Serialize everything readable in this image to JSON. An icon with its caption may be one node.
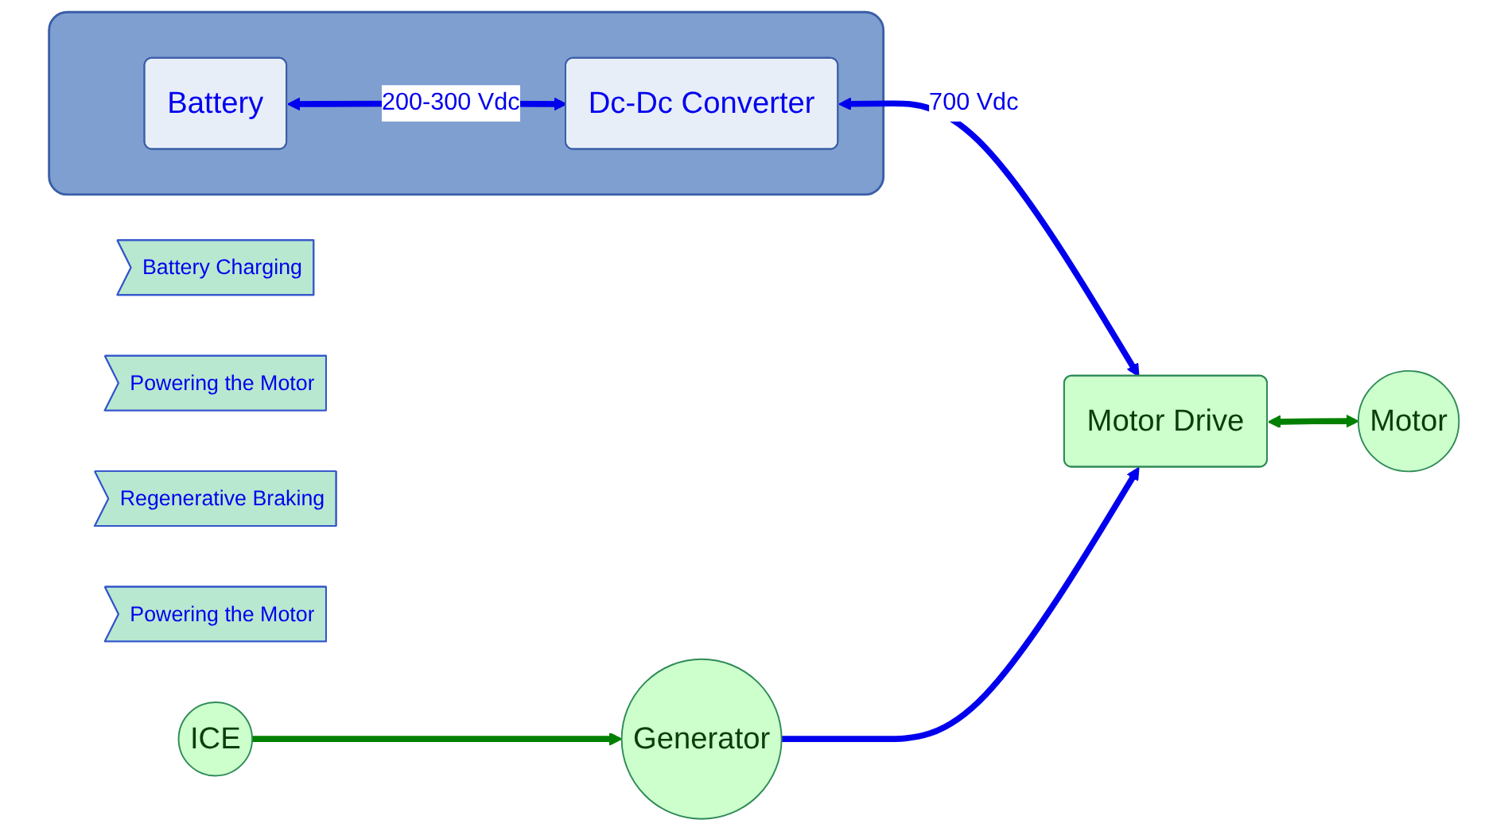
{
  "diagram": {
    "nodes": [
      {
        "text": [
          "ICE"
        ]
      },
      {
        "text": [
          "Generator"
        ]
      },
      {
        "text": [
          "Battery Charging"
        ]
      },
      {
        "text": [
          "Powering the Motor"
        ]
      },
      {
        "text": [],
        "shape": "box"
      },
      {
        "text": [
          "Battery"
        ],
        "in": 4
      },
      {
        "text": [
          "Dc-Dc Converter"
        ],
        "in": 4
      },
      {
        "text": [
          "Motor Drive"
        ]
      },
      {
        "text": [
          "Motor"
        ]
      },
      {
        "text": [
          "Regenerative Braking"
        ]
      },
      {
        "text": [
          "Powering the Motor"
        ]
      }
    ],
    "edges": [
      {
        "from": 0,
        "to": 1,
        "arrow": "to",
        "color": "#008000"
      },
      {
        "from": 5,
        "to": 6,
        "arrow": "both",
        "label": "200-300 Vdc"
      },
      {
        "from": 6,
        "to": 7,
        "arrow": "both",
        "label": "700 Vdc"
      },
      {
        "from": 1,
        "to": 7,
        "arrow": "to"
      },
      {
        "from": 7,
        "to": 8,
        "arrow": "both",
        "color": "#008000"
      }
    ]
  }
}
